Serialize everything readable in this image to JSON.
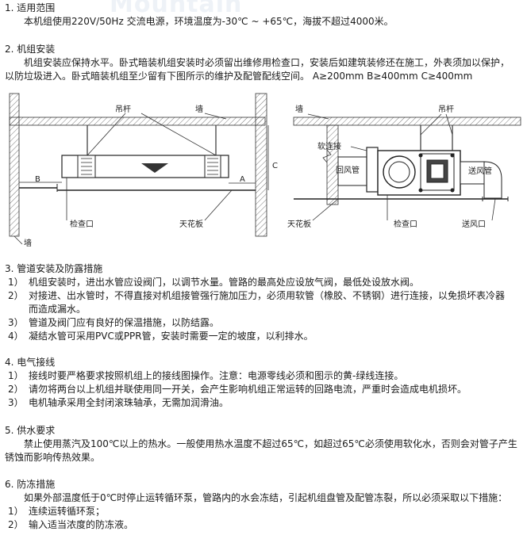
{
  "watermark": "Mountain",
  "s1": {
    "heading": "1. 适用范围",
    "text": "本机组使用220V/50Hz 交流电源，环境温度为-30℃ ~ +65℃，海拔不超过4000米。"
  },
  "s2": {
    "heading": "2. 机组安装",
    "line1": "机组安装应保持水平。卧式暗装机组安装时必须留出维修用检查口，安装后如建筑装修还在施工，外表须加以保护，",
    "line2": "以防垃圾进入。卧式暗装机组至少留有下图所示的维护及配管配线空间。 A≥200mm  B≥400mm  C≥400mm"
  },
  "diagram": {
    "left": {
      "rod": "吊杆",
      "wall": "墙",
      "label_b": "B",
      "label_a": "A",
      "label_c": "C",
      "access": "检查口",
      "ceiling": "天花板",
      "wall_bottom": "墙"
    },
    "right": {
      "wall": "墙",
      "rod": "吊杆",
      "soft_joint": "软连接",
      "return_duct": "回风管",
      "supply_duct": "送风管",
      "ceiling": "天花板",
      "access": "检查口",
      "supply_port": "送风口"
    }
  },
  "s3": {
    "heading": "3. 管道安装及防露措施",
    "items": [
      {
        "num": "1）",
        "text": "机组安装时，进出水管应设阀门，以调节水量。管路的最高处应设放气阀，最低处设放水阀。"
      },
      {
        "num": "2）",
        "text": "对接进、出水管时，不得直接对机组接管强行施加压力，必须用软管（橡胶、不锈钢）进行连接，以免损坏表冷器",
        "cont": "而造成漏水。"
      },
      {
        "num": "3）",
        "text": "管道及阀门应有良好的保温措施，以防结露。"
      },
      {
        "num": "4）",
        "text": "凝结水管可采用PVC或PPR管，安装时需要一定的坡度，以利排水。"
      }
    ]
  },
  "s4": {
    "heading": "4. 电气接线",
    "items": [
      {
        "num": "1）",
        "text": "接线时要严格要求按照机组上的接线图操作。注意：电源零线必须和图示的黄-绿线连接。"
      },
      {
        "num": "2）",
        "text": "请勿将两台以上机组并联使用同一开关，会产生影响机组正常运转的回路电流，严重时会造成电机损坏。"
      },
      {
        "num": "3）",
        "text": "电机轴承采用全封闭滚珠轴承，无需加润滑油。"
      }
    ]
  },
  "s5": {
    "heading": "5. 供水要求",
    "line1": "禁止使用蒸汽及100℃以上的热水。一般使用热水温度不超过65℃，如超过65℃必须使用软化水，否则会对管子产生",
    "line2": "锈蚀而影响传热效果。"
  },
  "s6": {
    "heading": "6. 防冻措施",
    "text": "如果外部温度低于0℃时停止运转循环泵，管路内的水会冻结，引起机组盘管及配管冻裂，所以必须采取以下措施：",
    "items": [
      {
        "num": "1）",
        "text": "连续运转循环泵；"
      },
      {
        "num": "2）",
        "text": "输入适当浓度的防冻液。"
      }
    ]
  }
}
